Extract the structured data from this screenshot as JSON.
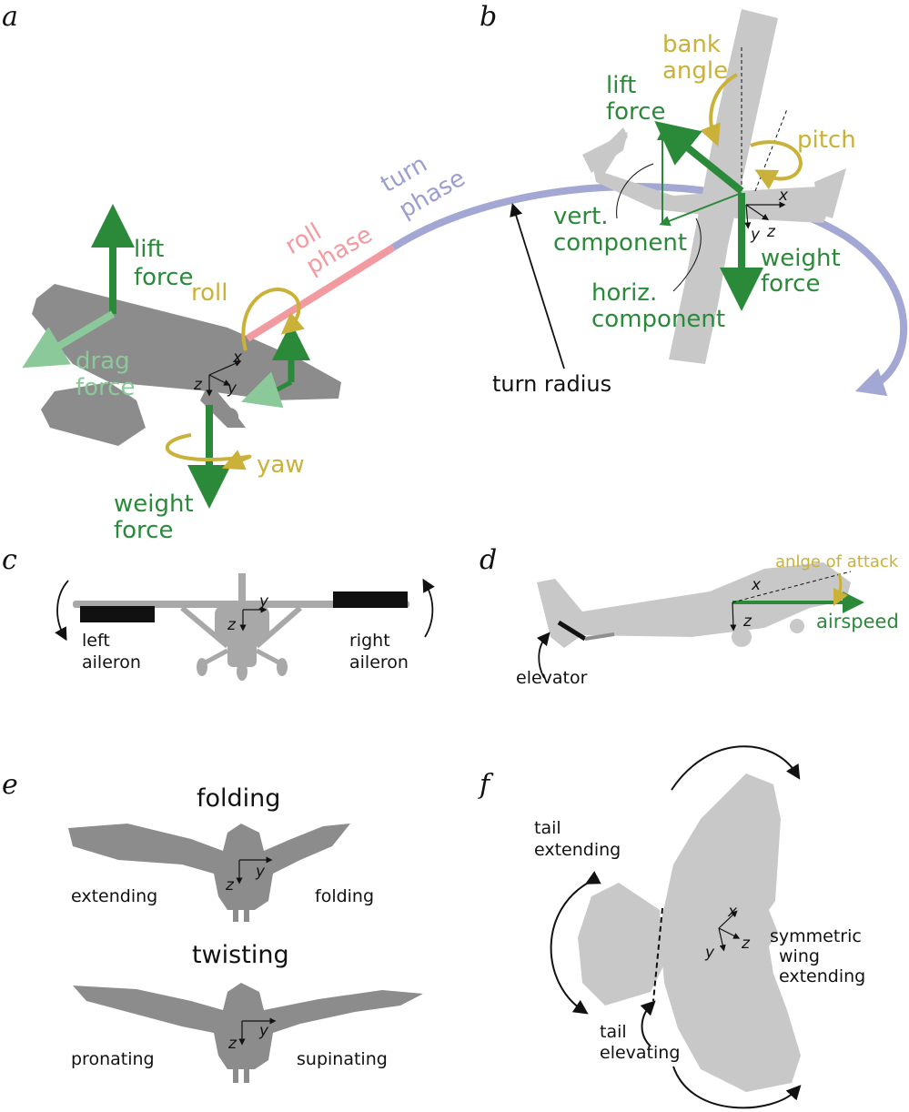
{
  "panels": {
    "a": "a",
    "b": "b",
    "c": "c",
    "d": "d",
    "e": "e",
    "f": "f"
  },
  "axes": {
    "x": "x",
    "y": "y",
    "z": "z"
  },
  "panel_a": {
    "lift_1": "lift",
    "lift_2": "force",
    "roll": "roll",
    "drag_1": "drag",
    "drag_2": "force",
    "yaw": "yaw",
    "weight_1": "weight",
    "weight_2": "force",
    "roll_phase_1": "roll",
    "roll_phase_2": "phase",
    "turn_phase_1": "turn",
    "turn_phase_2": "phase",
    "turn_radius": "turn radius"
  },
  "panel_b": {
    "bank_1": "bank",
    "bank_2": "angle",
    "lift_1": "lift",
    "lift_2": "force",
    "pitch": "pitch",
    "vert_1": "vert.",
    "vert_2": "component",
    "weight_1": "weight",
    "weight_2": "force",
    "horiz_1": "horiz.",
    "horiz_2": "component"
  },
  "panel_c": {
    "left_1": "left",
    "left_2": "aileron",
    "right_1": "right",
    "right_2": "aileron"
  },
  "panel_d": {
    "aoa": "anlge of attack",
    "airspeed": "airspeed",
    "elevator": "elevator"
  },
  "panel_e": {
    "folding_title": "folding",
    "extending": "extending",
    "folding": "folding",
    "twisting_title": "twisting",
    "pronating": "pronating",
    "supinating": "supinating"
  },
  "panel_f": {
    "tail_ext_1": "tail",
    "tail_ext_2": "extending",
    "sym_1": "symmetric",
    "sym_2": "wing",
    "sym_3": "extending",
    "tail_elev_1": "tail",
    "tail_elev_2": "elevating"
  },
  "colors": {
    "force": "#2a8a3a",
    "drag": "#8cc99a",
    "rotation": "#c9b13a",
    "roll_phase": "#f29aa0",
    "turn_phase": "#9a9ed0",
    "silhouette_dark": "#8c8c8c",
    "silhouette_light": "#c8c8c8"
  }
}
